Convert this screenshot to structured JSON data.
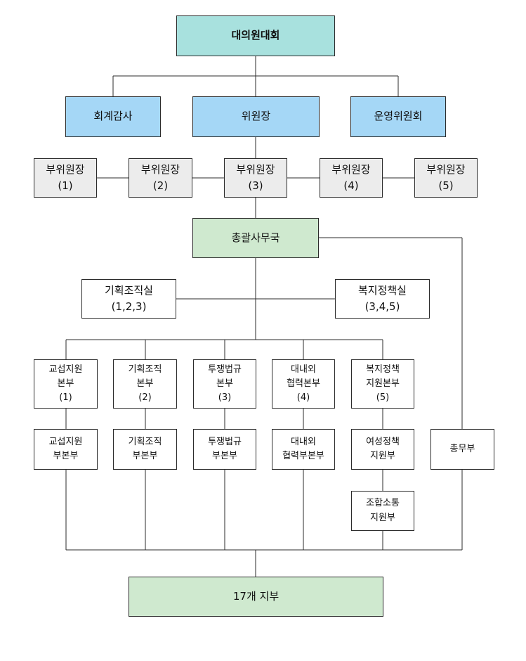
{
  "top": {
    "label": "대의원대회"
  },
  "second_row": [
    {
      "label": "회계감사"
    },
    {
      "label": "위원장"
    },
    {
      "label": "운영위원회"
    }
  ],
  "vice_chairs": [
    {
      "label": "부위원장",
      "num": "(1)"
    },
    {
      "label": "부위원장",
      "num": "(2)"
    },
    {
      "label": "부위원장",
      "num": "(3)"
    },
    {
      "label": "부위원장",
      "num": "(4)"
    },
    {
      "label": "부위원장",
      "num": "(5)"
    }
  ],
  "secretariat": {
    "label": "총괄사무국"
  },
  "offices": [
    {
      "label": "기획조직실",
      "sub": "(1,2,3)"
    },
    {
      "label": "복지정책실",
      "sub": "(3,4,5)"
    }
  ],
  "headquarters": [
    {
      "line1": "교섭지원",
      "line2": "본부",
      "num": "(1)"
    },
    {
      "line1": "기획조직",
      "line2": "본부",
      "num": "(2)"
    },
    {
      "line1": "투쟁법규",
      "line2": "본부",
      "num": "(3)"
    },
    {
      "line1": "대내외",
      "line2": "협력본부",
      "num": "(4)"
    },
    {
      "line1": "복지정책",
      "line2": "지원본부",
      "num": "(5)"
    }
  ],
  "sub_departments": [
    {
      "line1": "교섭지원",
      "line2": "부본부"
    },
    {
      "line1": "기획조직",
      "line2": "부본부"
    },
    {
      "line1": "투쟁법규",
      "line2": "부본부"
    },
    {
      "line1": "대내외",
      "line2": "협력부본부"
    },
    {
      "line1": "여성정책",
      "line2": "지원부"
    }
  ],
  "general_affairs": {
    "label": "총무부"
  },
  "union_comm": {
    "line1": "조합소통",
    "line2": "지원부"
  },
  "branches": {
    "label": "17개 지부"
  }
}
